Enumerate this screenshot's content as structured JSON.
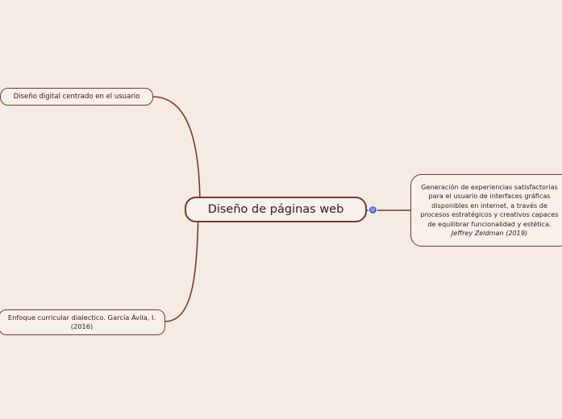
{
  "central_topic": "Diseño de páginas web",
  "left_top": "Diseño digital centrado en el usuario",
  "left_bottom": "Enfoque curricular dialectico. García Ávila, I. (2016)",
  "right": {
    "text": "Generación de experiencias satisfactorias para el usuario de interfaces gráficas disponibles en internet, a través de procesos estratégicos y creativos  capaces de equilibrar funcionalidad y estética.",
    "author": "Jeffrey Zeldman (2019)"
  },
  "badge_symbol": "@",
  "colors": {
    "background": "#f4ebe4",
    "connector": "#7a3a2c",
    "badge": "#3a5bd9"
  }
}
